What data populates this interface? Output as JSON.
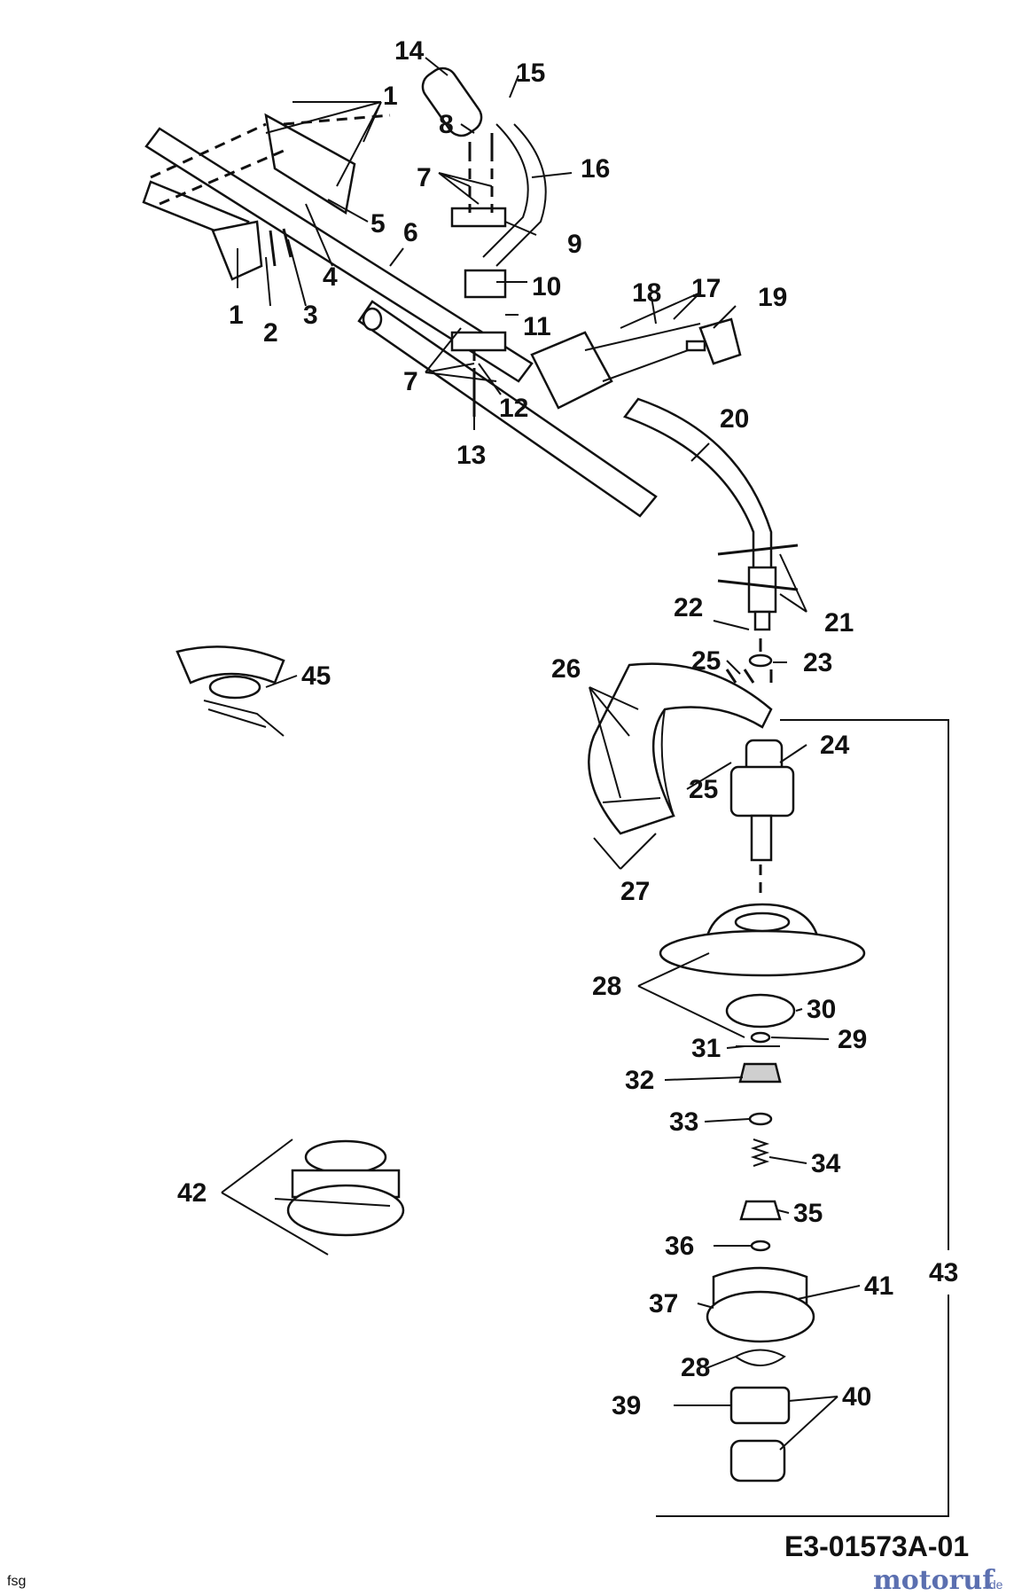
{
  "diagram": {
    "drawing_code": "E3-01573A-01",
    "footer_left": "fsg",
    "watermark": {
      "brand": "motoruf",
      "suffix": ".de"
    },
    "callouts": [
      "1",
      "1",
      "2",
      "3",
      "4",
      "5",
      "6",
      "7",
      "7",
      "8",
      "9",
      "10",
      "11",
      "12",
      "13",
      "14",
      "15",
      "16",
      "17",
      "18",
      "19",
      "20",
      "21",
      "22",
      "23",
      "24",
      "25",
      "25",
      "26",
      "27",
      "28",
      "28",
      "29",
      "30",
      "31",
      "32",
      "33",
      "34",
      "35",
      "36",
      "37",
      "39",
      "40",
      "41",
      "42",
      "43",
      "45"
    ]
  }
}
